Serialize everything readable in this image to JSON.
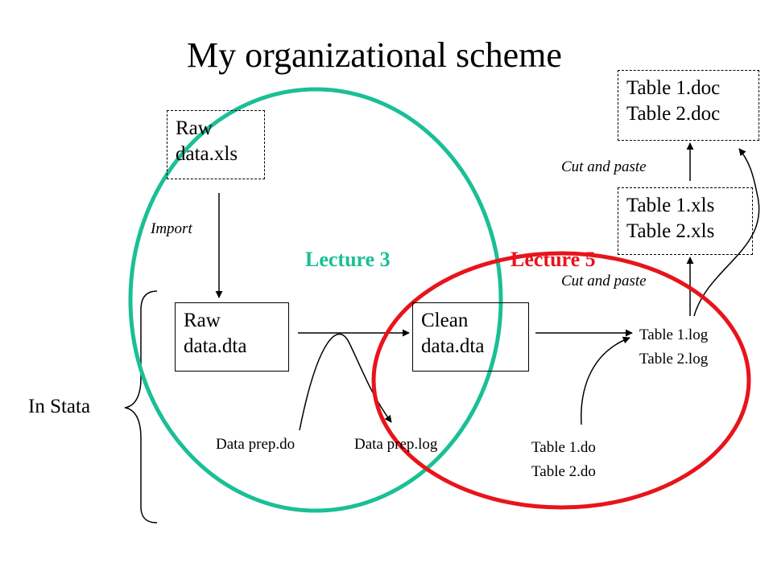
{
  "title": "My organizational scheme",
  "colors": {
    "lecture3": "#1bbf96",
    "lecture5": "#e8141b",
    "line": "#000000"
  },
  "boxes": {
    "raw_xls": [
      "Raw",
      "data.xls"
    ],
    "raw_dta": [
      "Raw",
      "data.dta"
    ],
    "clean_dta": [
      "Clean",
      "data.dta"
    ],
    "table_doc": [
      "Table 1.doc",
      "Table 2.doc"
    ],
    "table_xls": [
      "Table 1.xls",
      "Table 2.xls"
    ]
  },
  "labels": {
    "import": "Import",
    "cut_paste_top": "Cut and paste",
    "cut_paste_bottom": "Cut and paste",
    "lecture3": "Lecture 3",
    "lecture5": "Lecture 5",
    "in_stata": "In Stata",
    "data_prep_do": "Data prep.do",
    "data_prep_log": "Data prep.log",
    "table_log": [
      "Table 1.log",
      "Table 2.log"
    ],
    "table_do": [
      "Table 1.do",
      "Table 2.do"
    ]
  }
}
